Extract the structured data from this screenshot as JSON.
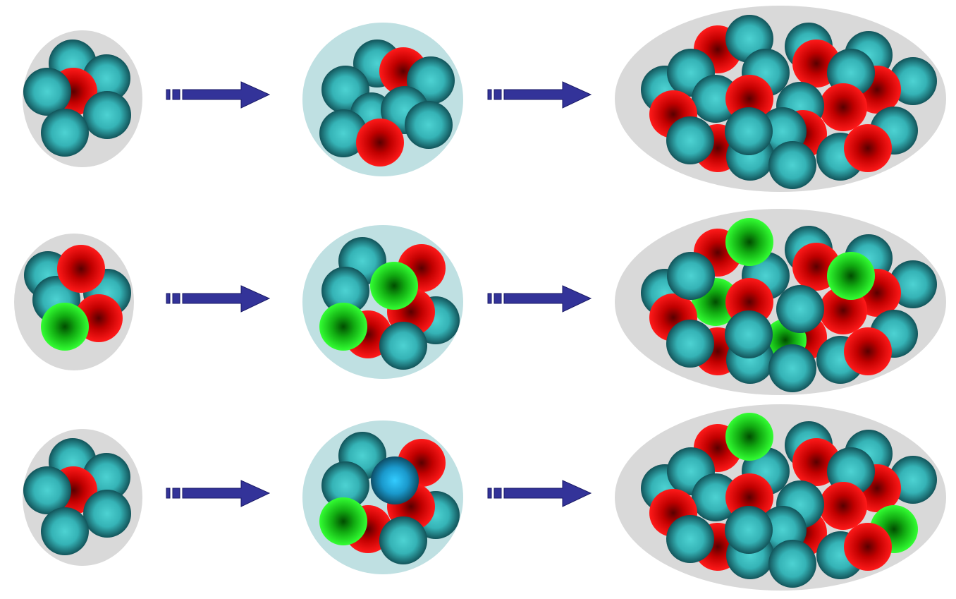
{
  "colors": {
    "background": "#ffffff",
    "small_cluster_fill": "#d9d9d9",
    "medium_cluster_fill": "#bfe0e2",
    "large_cluster_fill": "#d9d9d9",
    "arrow_fill": "#333399",
    "arrow_stroke": "#1a1a66",
    "teal_light": "#4dd2d2",
    "teal_mid": "#2a8f94",
    "teal_dark": "#0f4a50",
    "red_light": "#ff2020",
    "red_mid": "#e00000",
    "red_dark": "#5a0000",
    "green_light": "#33ff33",
    "green_mid": "#22dd22",
    "green_dark": "#004d00",
    "blue_light": "#33ccff",
    "blue_mid": "#1a99cc",
    "blue_dark": "#0d4d66"
  },
  "rows": [
    {
      "row": "row-1",
      "stages": [
        {
          "stage": "small",
          "particles": {
            "teal": 6,
            "red": 1,
            "green": 0,
            "blue": 0
          }
        },
        {
          "stage": "medium",
          "particles": {
            "teal": 7,
            "red": 2,
            "green": 0,
            "blue": 0
          }
        },
        {
          "stage": "large",
          "particles": {
            "teal": 18,
            "red": 8,
            "green": 0,
            "blue": 0
          }
        }
      ]
    },
    {
      "row": "row-2",
      "stages": [
        {
          "stage": "small",
          "particles": {
            "teal": 3,
            "red": 2,
            "green": 1,
            "blue": 0
          }
        },
        {
          "stage": "medium",
          "particles": {
            "teal": 5,
            "red": 3,
            "green": 2,
            "blue": 0
          }
        },
        {
          "stage": "large",
          "particles": {
            "teal": 16,
            "red": 8,
            "green": 4,
            "blue": 0
          }
        }
      ]
    },
    {
      "row": "row-3",
      "stages": [
        {
          "stage": "small",
          "particles": {
            "teal": 6,
            "red": 1,
            "green": 0,
            "blue": 0
          }
        },
        {
          "stage": "medium",
          "particles": {
            "teal": 5,
            "red": 3,
            "green": 1,
            "blue": 1
          }
        },
        {
          "stage": "large",
          "particles": {
            "teal": 17,
            "red": 8,
            "green": 2,
            "blue": 0
          }
        }
      ]
    }
  ]
}
